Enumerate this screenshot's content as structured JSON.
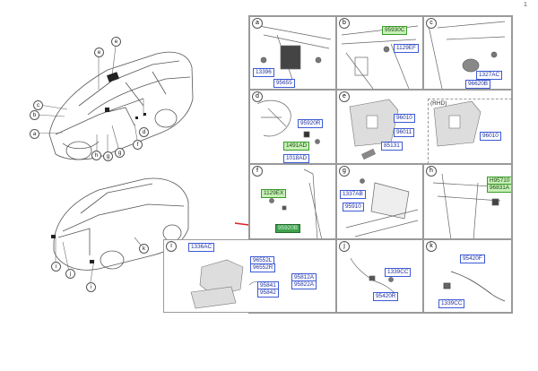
{
  "page_number": "1",
  "car_callouts": [
    "a",
    "b",
    "c",
    "d",
    "e",
    "f",
    "g",
    "h",
    "i",
    "j",
    "k",
    "l"
  ],
  "car_callouts_rear": [
    "i",
    "j",
    "k",
    "l"
  ],
  "panels": {
    "a": {
      "label": "a",
      "parts": [
        "13396",
        "95655"
      ]
    },
    "b": {
      "label": "b",
      "parts": [
        "95930C",
        "1129EF"
      ]
    },
    "c": {
      "label": "c",
      "parts": [
        "1327AC",
        "96620B"
      ]
    },
    "d": {
      "label": "d",
      "parts": [
        "95920R",
        "1491AD",
        "1018AD"
      ]
    },
    "e": {
      "label": "e",
      "parts": [
        "96010",
        "96011",
        "85131",
        "96010"
      ],
      "note": "(RHD)"
    },
    "f": {
      "label": "f",
      "parts": [
        "1129EX",
        "95920B"
      ]
    },
    "g": {
      "label": "g",
      "parts": [
        "1337AB",
        "95910"
      ]
    },
    "h": {
      "label": "h",
      "parts": [
        "H95710",
        "96831A"
      ]
    },
    "i": {
      "label": "i",
      "parts": [
        "1336AC",
        "96552L",
        "96552R",
        "95812A",
        "95822A",
        "95841",
        "95842"
      ]
    },
    "j": {
      "label": "j",
      "parts": [
        "1339CC",
        "95420R"
      ]
    },
    "k": {
      "label": "k",
      "parts": [
        "95420F",
        "1339CC"
      ]
    }
  },
  "colors": {
    "part_border": "#3c5ad6",
    "highlight": "#3fa24e",
    "arrow": "#e02020",
    "line": "#555555"
  }
}
